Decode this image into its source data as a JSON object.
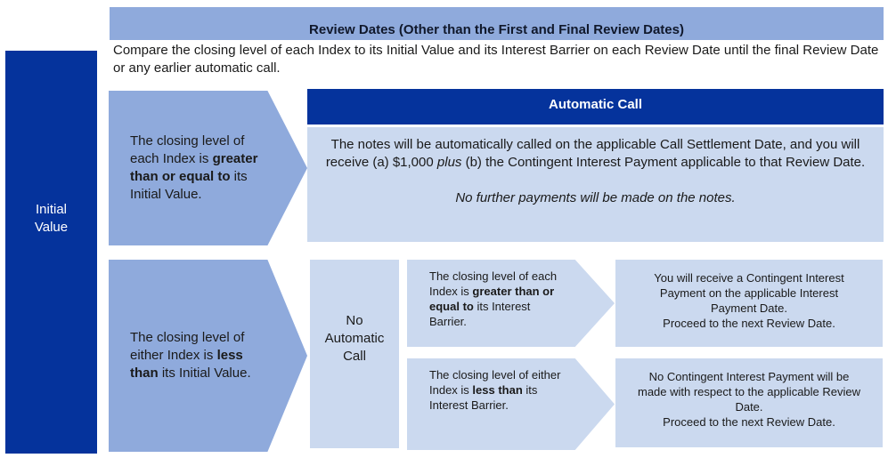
{
  "figure": {
    "title_bar": "Review Dates (Other than the First and Final Review Dates)",
    "subtitle": "Compare the closing level of each Index to its Initial Value and its Interest Barrier on each Review Date until the final Review Date or any earlier automatic call."
  },
  "colors": {
    "dark_blue": "#05339c",
    "medium_blue": "#8faadc",
    "light_blue": "#cbd9ef",
    "text_dark": "#1a1a1a",
    "text_white": "#ffffff"
  },
  "left_bar": {
    "label": "Initial Value"
  },
  "call_branch": {
    "condition_parts": [
      {
        "t": "The closing level of each Index is "
      },
      {
        "t": "greater than or equal to",
        "b": true
      },
      {
        "t": " its Initial Value."
      }
    ],
    "header": "Automatic Call",
    "body_parts": [
      {
        "t": "The notes will be automatically called on the applicable Call Settlement Date, and you will receive (a) $1,000 "
      },
      {
        "t": "plus",
        "i": true
      },
      {
        "t": " (b) the Contingent Interest Payment applicable to that Review Date."
      }
    ],
    "note_parts": [
      {
        "t": "No further payments will be made on the notes.",
        "i": true
      }
    ]
  },
  "no_call_branch": {
    "condition_parts": [
      {
        "t": "The closing level of either Index is "
      },
      {
        "t": "less than",
        "b": true
      },
      {
        "t": " its Initial Value."
      }
    ],
    "label": "No Automatic Call",
    "outcomes": [
      {
        "condition_parts": [
          {
            "t": "The closing level of each Index is "
          },
          {
            "t": "greater than or equal to",
            "b": true
          },
          {
            "t": " its Interest Barrier."
          }
        ],
        "result_lines": [
          "You will receive a Contingent Interest Payment on the applicable Interest Payment Date.",
          "Proceed to the next Review Date."
        ]
      },
      {
        "condition_parts": [
          {
            "t": "The closing level of either Index is "
          },
          {
            "t": "less than",
            "b": true
          },
          {
            "t": " its Interest Barrier."
          }
        ],
        "result_lines": [
          "No Contingent Interest Payment will be made with respect to the applicable Review Date.",
          "Proceed to the next Review Date."
        ]
      }
    ]
  }
}
